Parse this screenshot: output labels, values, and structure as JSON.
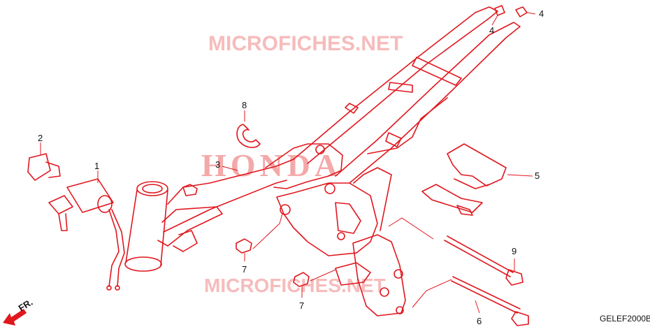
{
  "diagram": {
    "code": "GELEF2000B",
    "direction_label": "FR.",
    "callouts": [
      "1",
      "2",
      "3",
      "4",
      "4",
      "5",
      "6",
      "7",
      "7",
      "8",
      "9"
    ],
    "watermarks": {
      "site_top": "MICROFICHES.NET",
      "site_bottom": "MICROFICHES.NET",
      "brand": "HONDA"
    },
    "colors": {
      "line": "#e0171e",
      "watermark": "#f4a9a9",
      "text": "#111111"
    }
  }
}
